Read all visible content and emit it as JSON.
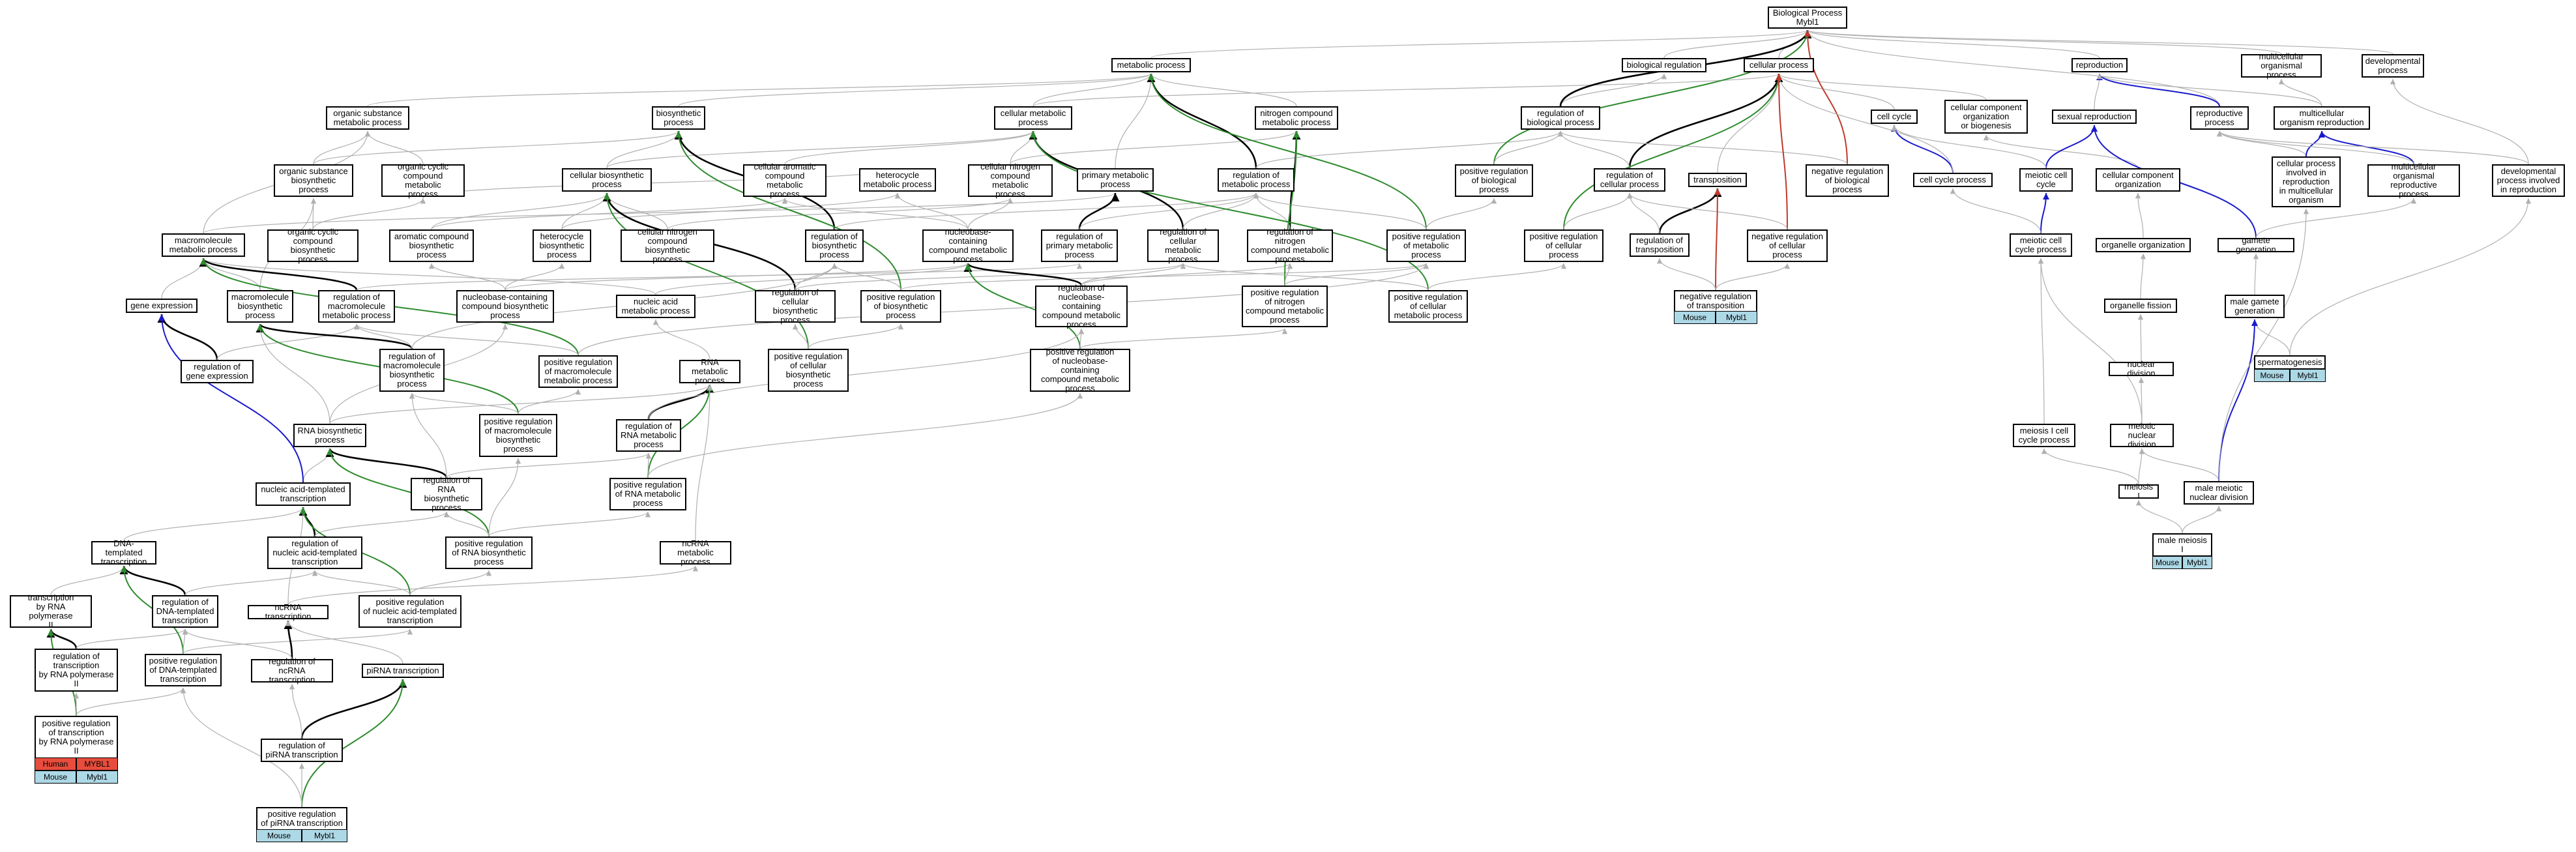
{
  "root": {
    "title": "Biological Process",
    "subtitle": "Mybl1"
  },
  "colors": {
    "is_a": "#b0b0b0",
    "part_of": "#000000",
    "positively_regulates": "#2e8b2e",
    "negatively_regulates": "#c0392b",
    "regulates": "#000000",
    "other": "#1a1acc",
    "mouse": "#add8e6",
    "human": "#e74c3c"
  },
  "terms": {
    "metabolic_process": "metabolic process",
    "biological_regulation": "biological regulation",
    "cellular_process": "cellular process",
    "reproduction": "reproduction",
    "multicellular_organismal_process": "multicellular\norganismal process",
    "developmental_process": "developmental\nprocess",
    "organic_substance_metabolic_process": "organic substance\nmetabolic process",
    "biosynthetic_process": "biosynthetic\nprocess",
    "cellular_metabolic_process": "cellular metabolic\nprocess",
    "nitrogen_compound_metabolic_process": "nitrogen compound\nmetabolic process",
    "regulation_of_biological_process": "regulation of\nbiological process",
    "cell_cycle": "cell cycle",
    "cellular_component_organization_or_biogenesis": "cellular component\norganization\nor biogenesis",
    "sexual_reproduction": "sexual reproduction",
    "reproductive_process": "reproductive\nprocess",
    "multicellular_organism_reproduction": "multicellular\norganism reproduction",
    "organic_substance_biosynthetic_process": "organic substance\nbiosynthetic\nprocess",
    "organic_cyclic_compound_metabolic_process": "organic cyclic\ncompound metabolic\nprocess",
    "cellular_biosynthetic_process": "cellular biosynthetic\nprocess",
    "cellular_aromatic_compound_metabolic_process": "cellular aromatic\ncompound metabolic\nprocess",
    "heterocycle_metabolic_process": "heterocycle\nmetabolic process",
    "cellular_nitrogen_compound_metabolic_process": "cellular nitrogen\ncompound metabolic\nprocess",
    "primary_metabolic_process": "primary metabolic\nprocess",
    "regulation_of_metabolic_process": "regulation of\nmetabolic process",
    "positive_regulation_of_biological_process": "positive regulation\nof biological\nprocess",
    "regulation_of_cellular_process": "regulation of\ncellular process",
    "transposition": "transposition",
    "negative_regulation_of_biological_process": "negative regulation\nof biological\nprocess",
    "cell_cycle_process": "cell cycle process",
    "cellular_process_involved_in_reproduction": "cellular process\ninvolved in\nreproduction\nin multicellular\norganism",
    "multicellular_organismal_reproductive_process": "multicellular\norganismal reproductive\nprocess",
    "developmental_process_involved_in_reproduction": "developmental\nprocess involved\nin reproduction",
    "macromolecule_metabolic_process": "macromolecule\nmetabolic process",
    "organic_cyclic_compound_biosynthetic_process": "organic cyclic\ncompound biosynthetic\nprocess",
    "aromatic_compound_biosynthetic_process": "aromatic compound\nbiosynthetic\nprocess",
    "heterocycle_biosynthetic_process": "heterocycle\nbiosynthetic\nprocess",
    "cellular_nitrogen_compound_biosynthetic_process": "cellular nitrogen\ncompound biosynthetic\nprocess",
    "regulation_of_biosynthetic_process": "regulation of\nbiosynthetic\nprocess",
    "nucleobase_containing_compound_metabolic_process": "nucleobase-containing\ncompound metabolic\nprocess",
    "regulation_of_primary_metabolic_process": "regulation of\nprimary metabolic\nprocess",
    "regulation_of_cellular_metabolic_process": "regulation of\ncellular metabolic\nprocess",
    "regulation_of_nitrogen_compound_metabolic_process": "regulation of nitrogen\ncompound metabolic\nprocess",
    "positive_regulation_of_metabolic_process": "positive regulation\nof metabolic\nprocess",
    "positive_regulation_of_cellular_process": "positive regulation\nof cellular\nprocess",
    "regulation_of_transposition": "regulation of\ntransposition",
    "negative_regulation_of_cellular_process": "negative regulation\nof cellular\nprocess",
    "cellular_component_organization": "cellular component\norganization",
    "meiotic_cell_cycle": "meiotic cell\ncycle",
    "gene_expression": "gene expression",
    "macromolecule_biosynthetic_process": "macromolecule\nbiosynthetic\nprocess",
    "regulation_of_macromolecule_metabolic_process": "regulation of\nmacromolecule\nmetabolic process",
    "nucleobase_containing_compound_biosynthetic_process": "nucleobase-containing\ncompound biosynthetic\nprocess",
    "nucleic_acid_metabolic_process": "nucleic acid\nmetabolic process",
    "regulation_of_cellular_biosynthetic_process": "regulation of\ncellular biosynthetic\nprocess",
    "positive_regulation_of_biosynthetic_process": "positive regulation\nof biosynthetic\nprocess",
    "regulation_of_nucleobase_containing_compound_metabolic_process": "regulation of\nnucleobase-containing\ncompound metabolic\nprocess",
    "positive_regulation_of_nitrogen_compound_metabolic_process": "positive regulation\nof nitrogen\ncompound metabolic\nprocess",
    "positive_regulation_of_cellular_metabolic_process": "positive regulation\nof cellular\nmetabolic process",
    "negative_regulation_of_transposition": "negative regulation\nof transposition",
    "meiotic_cell_cycle_process": "meiotic cell\ncycle process",
    "organelle_organization": "organelle organization",
    "gamete_generation": "gamete generation",
    "regulation_of_gene_expression": "regulation of\ngene expression",
    "regulation_of_macromolecule_biosynthetic_process": "regulation of\nmacromolecule\nbiosynthetic\nprocess",
    "positive_regulation_of_macromolecule_metabolic_process": "positive regulation\nof macromolecule\nmetabolic process",
    "RNA_metabolic_process": "RNA metabolic\nprocess",
    "positive_regulation_of_cellular_biosynthetic_process": "positive regulation\nof cellular\nbiosynthetic\nprocess",
    "positive_regulation_of_nucleobase_containing_compound_metabolic_process": "positive regulation\nof nucleobase-containing\ncompound metabolic\nprocess",
    "organelle_fission": "organelle fission",
    "male_gamete_generation": "male gamete\ngeneration",
    "RNA_biosynthetic_process": "RNA biosynthetic\nprocess",
    "positive_regulation_of_macromolecule_biosynthetic_process": "positive regulation\nof macromolecule\nbiosynthetic\nprocess",
    "regulation_of_RNA_metabolic_process": "regulation of\nRNA metabolic\nprocess",
    "spermatogenesis": "spermatogenesis",
    "nuclear_division": "nuclear division",
    "regulation_of_RNA_biosynthetic_process": "regulation of\nRNA biosynthetic\nprocess",
    "nucleic_acid_templated_transcription": "nucleic acid-templated\ntranscription",
    "positive_regulation_of_RNA_metabolic_process": "positive regulation\nof RNA metabolic\nprocess",
    "meiosis_I_cell_cycle_process": "meiosis I cell\ncycle process",
    "meiotic_nuclear_division": "meiotic nuclear\ndivision",
    "meiosis_I": "meiosis I",
    "male_meiotic_nuclear_division": "male meiotic\nnuclear division",
    "regulation_of_nucleic_acid_templated_transcription": "regulation of\nnucleic acid-templated\ntranscription",
    "positive_regulation_of_RNA_biosynthetic_process": "positive regulation\nof RNA biosynthetic\nprocess",
    "DNA_templated_transcription": "DNA-templated\ntranscription",
    "ncRNA_metabolic_process": "ncRNA metabolic\nprocess",
    "male_meiosis_I": "male meiosis\nI",
    "regulation_of_DNA_templated_transcription": "regulation of\nDNA-templated\ntranscription",
    "ncRNA_transcription": "ncRNA transcription",
    "positive_regulation_of_nucleic_acid_templated_transcription": "positive regulation\nof nucleic acid-templated\ntranscription",
    "transcription_by_RNA_polymerase_II": "transcription\nby RNA polymerase\nII",
    "regulation_of_transcription_by_RNA_polymerase_II": "regulation of\ntranscription\nby RNA polymerase\nII",
    "positive_regulation_of_DNA_templated_transcription": "positive regulation\nof DNA-templated\ntranscription",
    "regulation_of_ncRNA_transcription": "regulation of\nncRNA transcription",
    "piRNA_transcription": "piRNA transcription",
    "positive_regulation_of_transcription_by_RNA_polymerase_II": "positive regulation\nof transcription\nby RNA polymerase\nII",
    "regulation_of_piRNA_transcription": "regulation of\npiRNA transcription",
    "positive_regulation_of_piRNA_transcription": "positive regulation\nof piRNA transcription"
  },
  "annotation_tags": {
    "human_species": "Human",
    "human_gene": "MYBL1",
    "mouse_species": "Mouse",
    "mouse_gene": "Mybl1"
  }
}
